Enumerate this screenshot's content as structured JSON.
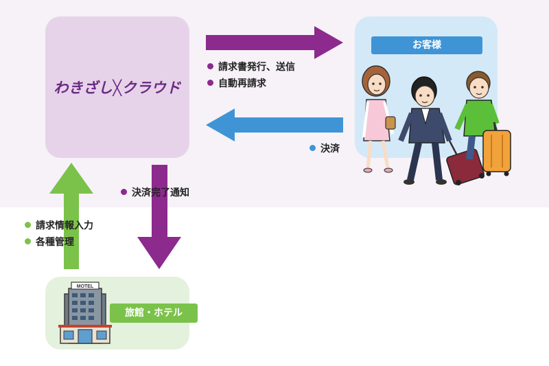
{
  "nodes": {
    "service": {
      "logo_main": "わきざし",
      "logo_mark": "╳",
      "logo_tail": "クラウド"
    },
    "customer": {
      "tag": "お客様"
    },
    "hotel": {
      "tag": "旅館・ホテル"
    }
  },
  "flows": {
    "service_to_customer": {
      "color": "#8c2a8e",
      "items": [
        "請求書発行、送信",
        "自動再請求"
      ]
    },
    "customer_to_service": {
      "color": "#3f94d6",
      "items": [
        "決済"
      ]
    },
    "service_to_hotel": {
      "color": "#8c2a8e",
      "items": [
        "決済完了通知"
      ]
    },
    "hotel_to_service": {
      "color": "#7bc24a",
      "items": [
        "請求情報入力",
        "各種管理"
      ]
    }
  },
  "illustrations": {
    "hotel_sign": "MOTEL"
  },
  "colors": {
    "top_background": "#f6f2f7",
    "service_box": "#e6d3e9",
    "customer_box": "#d4e9f7",
    "hotel_box": "#e4f1dc",
    "purple": "#8c2a8e",
    "blue": "#3f94d6",
    "green": "#7bc24a"
  }
}
